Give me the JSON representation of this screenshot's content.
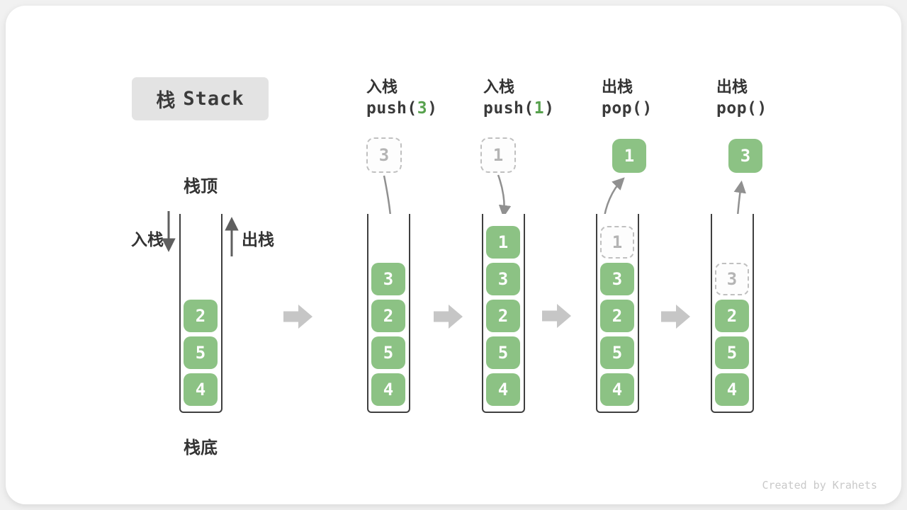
{
  "title": {
    "zh": "栈",
    "en": "Stack"
  },
  "annotations": {
    "stack_top": "栈顶",
    "stack_bottom": "栈底",
    "push_label": "入栈",
    "pop_label": "出栈"
  },
  "watermark": "Created by Krahets",
  "colors": {
    "block_green": "#8cc284",
    "code_arg_green": "#57a14d",
    "curved_arrow_gray": "#909090",
    "straight_arrow_gray": "#5f5f5f",
    "step_arrow_gray": "#c6c6c6",
    "ghost_gray": "#b4b4b4",
    "dashed_border_gray": "#c0c0c0",
    "title_bg": "#e3e3e3",
    "text_dark": "#3a3a3a"
  },
  "stages": [
    {
      "name": "initial",
      "blocks": [
        {
          "v": "4"
        },
        {
          "v": "5"
        },
        {
          "v": "2"
        }
      ]
    },
    {
      "name": "push-3",
      "op": {
        "zh": "入栈",
        "code_pre": "push(",
        "arg": "3",
        "code_post": ")"
      },
      "floating": {
        "value": "3",
        "variant": "dashed"
      },
      "blocks": [
        {
          "v": "4"
        },
        {
          "v": "5"
        },
        {
          "v": "2"
        },
        {
          "v": "3"
        }
      ]
    },
    {
      "name": "push-1",
      "op": {
        "zh": "入栈",
        "code_pre": "push(",
        "arg": "1",
        "code_post": ")"
      },
      "floating": {
        "value": "1",
        "variant": "dashed"
      },
      "blocks": [
        {
          "v": "4"
        },
        {
          "v": "5"
        },
        {
          "v": "2"
        },
        {
          "v": "3"
        },
        {
          "v": "1"
        }
      ]
    },
    {
      "name": "pop-1",
      "op": {
        "zh": "出栈",
        "code_pre": "pop(",
        "arg": "",
        "code_post": ")"
      },
      "floating": {
        "value": "1",
        "variant": "solid"
      },
      "blocks": [
        {
          "v": "4"
        },
        {
          "v": "5"
        },
        {
          "v": "2"
        },
        {
          "v": "3"
        },
        {
          "v": "1",
          "ghost": true
        }
      ]
    },
    {
      "name": "pop-3",
      "op": {
        "zh": "出栈",
        "code_pre": "pop(",
        "arg": "",
        "code_post": ")"
      },
      "floating": {
        "value": "3",
        "variant": "solid"
      },
      "blocks": [
        {
          "v": "4"
        },
        {
          "v": "5"
        },
        {
          "v": "2"
        },
        {
          "v": "3",
          "ghost": true
        }
      ]
    }
  ]
}
